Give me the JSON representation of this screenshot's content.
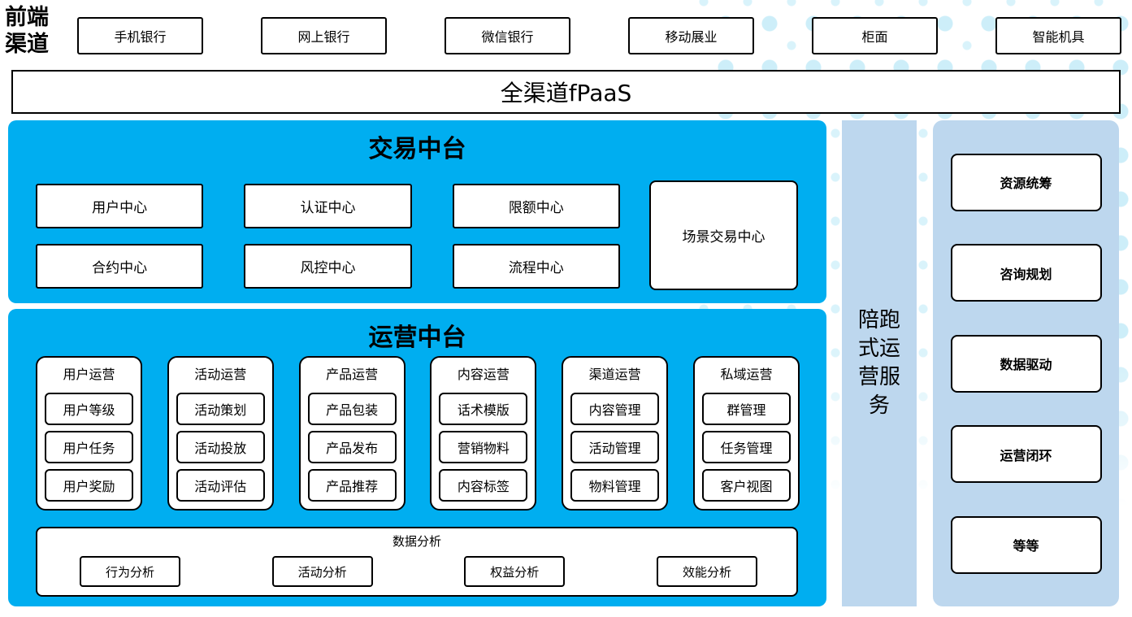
{
  "colors": {
    "primary_blue": "#00AEF0",
    "panel_light_blue": "#BDD7EE",
    "dot_pattern_blue": "#CDEEF9",
    "border": "#000000"
  },
  "front_channels": {
    "label": "前端渠道",
    "items": [
      "手机银行",
      "网上银行",
      "微信银行",
      "移动展业",
      "柜面",
      "智能机具"
    ]
  },
  "fpaas_bar": {
    "label": "全渠道fPaaS"
  },
  "trade_platform": {
    "title": "交易中台",
    "grid_items": [
      "用户中心",
      "认证中心",
      "限额中心",
      "合约中心",
      "风控中心",
      "流程中心"
    ],
    "side_item": "场景交易中心"
  },
  "operation_platform": {
    "title": "运营中台",
    "groups": [
      {
        "title": "用户运营",
        "items": [
          "用户等级",
          "用户任务",
          "用户奖励"
        ]
      },
      {
        "title": "活动运营",
        "items": [
          "活动策划",
          "活动投放",
          "活动评估"
        ]
      },
      {
        "title": "产品运营",
        "items": [
          "产品包装",
          "产品发布",
          "产品推荐"
        ]
      },
      {
        "title": "内容运营",
        "items": [
          "话术模版",
          "营销物料",
          "内容标签"
        ]
      },
      {
        "title": "渠道运营",
        "items": [
          "内容管理",
          "活动管理",
          "物料管理"
        ]
      },
      {
        "title": "私域运营",
        "items": [
          "群管理",
          "任务管理",
          "客户视图"
        ]
      }
    ],
    "analysis": {
      "title": "数据分析",
      "items": [
        "行为分析",
        "活动分析",
        "权益分析",
        "效能分析"
      ]
    }
  },
  "side_service_bar": {
    "label": "陪跑式运营服务"
  },
  "right_panel": {
    "items": [
      "资源统筹",
      "咨询规划",
      "数据驱动",
      "运营闭环",
      "等等"
    ]
  }
}
